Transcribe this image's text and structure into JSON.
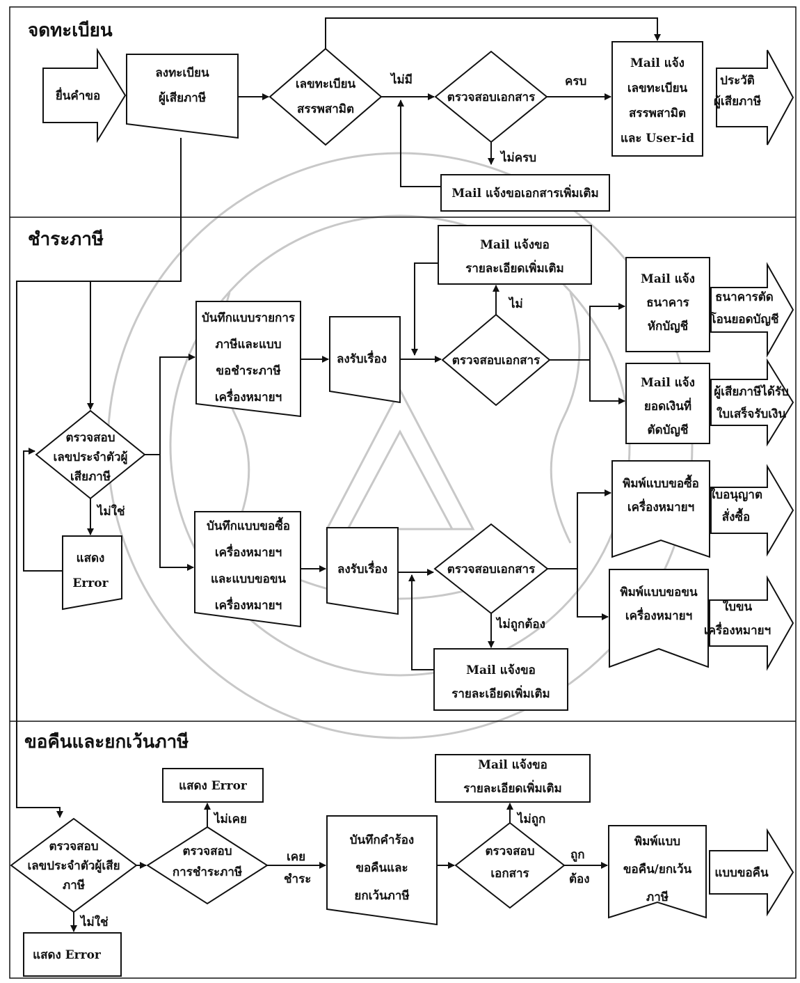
{
  "lanes": [
    {
      "title": "จดทะเบียน"
    },
    {
      "title": "ชำระภาษี"
    },
    {
      "title": "ขอคืนและยกเว้นภาษี"
    }
  ],
  "nodes": {
    "submit_request": [
      "ยื่นคำขอ"
    ],
    "register_taxpayer": [
      "ลงทะเบียน",
      "ผู้เสียภาษี"
    ],
    "excise_reg_no": [
      "เลขทะเบียน",
      "สรรพสามิต"
    ],
    "check_docs_reg": [
      "ตรวจสอบเอกสาร"
    ],
    "mail_reg_no": [
      "Mail แจ้ง",
      "เลขทะเบียน",
      "สรรพสามิต",
      "และ User-id"
    ],
    "taxpayer_history": [
      "ประวัติ",
      "ผู้เสียภาษี"
    ],
    "mail_more_docs": [
      "Mail แจ้งขอเอกสารเพิ่มเติม"
    ],
    "mail_more_detail_1": [
      "Mail แจ้งขอ",
      "รายละเอียดเพิ่มเติม"
    ],
    "mail_bank": [
      "Mail แจ้ง",
      "ธนาคาร",
      "หักบัญชี"
    ],
    "bank_transfer": [
      "ธนาคารตัด",
      "โอนยอดบัญชี"
    ],
    "record_tax_form": [
      "บันทึกแบบรายการ",
      "ภาษีและแบบ",
      "ขอชำระภาษี",
      "เครื่องหมายฯ"
    ],
    "receive_case_1": [
      "ลงรับเรื่อง"
    ],
    "check_docs_pay_1": [
      "ตรวจสอบเอกสาร"
    ],
    "mail_amount": [
      "Mail แจ้ง",
      "ยอดเงินที่",
      "ตัดบัญชี"
    ],
    "receipt": [
      "ผู้เสียภาษีได้รับ",
      "ใบเสร็จรับเงิน"
    ],
    "check_taxpayer_id": [
      "ตรวจสอบ",
      "เลขประจำตัวผู้",
      "เสียภาษี"
    ],
    "print_purchase_form": [
      "พิมพ์แบบขอซื้อ",
      "เครื่องหมายฯ"
    ],
    "purchase_permit": [
      "ใบอนุญาต",
      "สั่งซื้อ"
    ],
    "show_error_1": [
      "แสดง",
      "Error"
    ],
    "record_purchase_form": [
      "บันทึกแบบขอซื้อ",
      "เครื่องหมายฯ",
      "และแบบขอขน",
      "เครื่องหมายฯ"
    ],
    "receive_case_2": [
      "ลงรับเรื่อง"
    ],
    "check_docs_pay_2": [
      "ตรวจสอบเอกสาร"
    ],
    "print_transport_form": [
      "พิมพ์แบบขอขน",
      "เครื่องหมายฯ"
    ],
    "transport_permit": [
      "ใบขน",
      "เครื่องหมายฯ"
    ],
    "mail_more_detail_2": [
      "Mail แจ้งขอ",
      "รายละเอียดเพิ่มเติม"
    ],
    "mail_more_detail_3": [
      "Mail แจ้งขอ",
      "รายละเอียดเพิ่มเติม"
    ],
    "show_error_2": [
      "แสดง Error"
    ],
    "check_taxpayer_id_2": [
      "ตรวจสอบ",
      "เลขประจำตัวผู้เสีย",
      "ภาษี"
    ],
    "check_tax_paid": [
      "ตรวจสอบ",
      "การชำระภาษี"
    ],
    "record_refund": [
      "บันทึกคำร้อง",
      "ขอคืนและ",
      "ยกเว้นภาษี"
    ],
    "check_docs_refund": [
      "ตรวจสอบ",
      "เอกสาร"
    ],
    "print_refund_form": [
      "พิมพ์แบบ",
      "ขอคืน/ยกเว้น",
      "ภาษี"
    ],
    "refund_form": [
      "แบบขอคืน"
    ],
    "show_error_3": [
      "แสดง Error"
    ]
  },
  "edge_labels": {
    "none": "ไม่มี",
    "complete": "ครบ",
    "incomplete": "ไม่ครบ",
    "not_1": "ไม่",
    "not_yes": "ไม่ใช่",
    "incorrect": "ไม่ถูกต้อง",
    "never": "ไม่เคย",
    "paid_1": "เคย",
    "paid_2": "ชำระ",
    "wrong": "ไม่ถูก",
    "correct_1": "ถูก",
    "correct_2": "ต้อง",
    "not_yes_2": "ไม่ใช่"
  }
}
